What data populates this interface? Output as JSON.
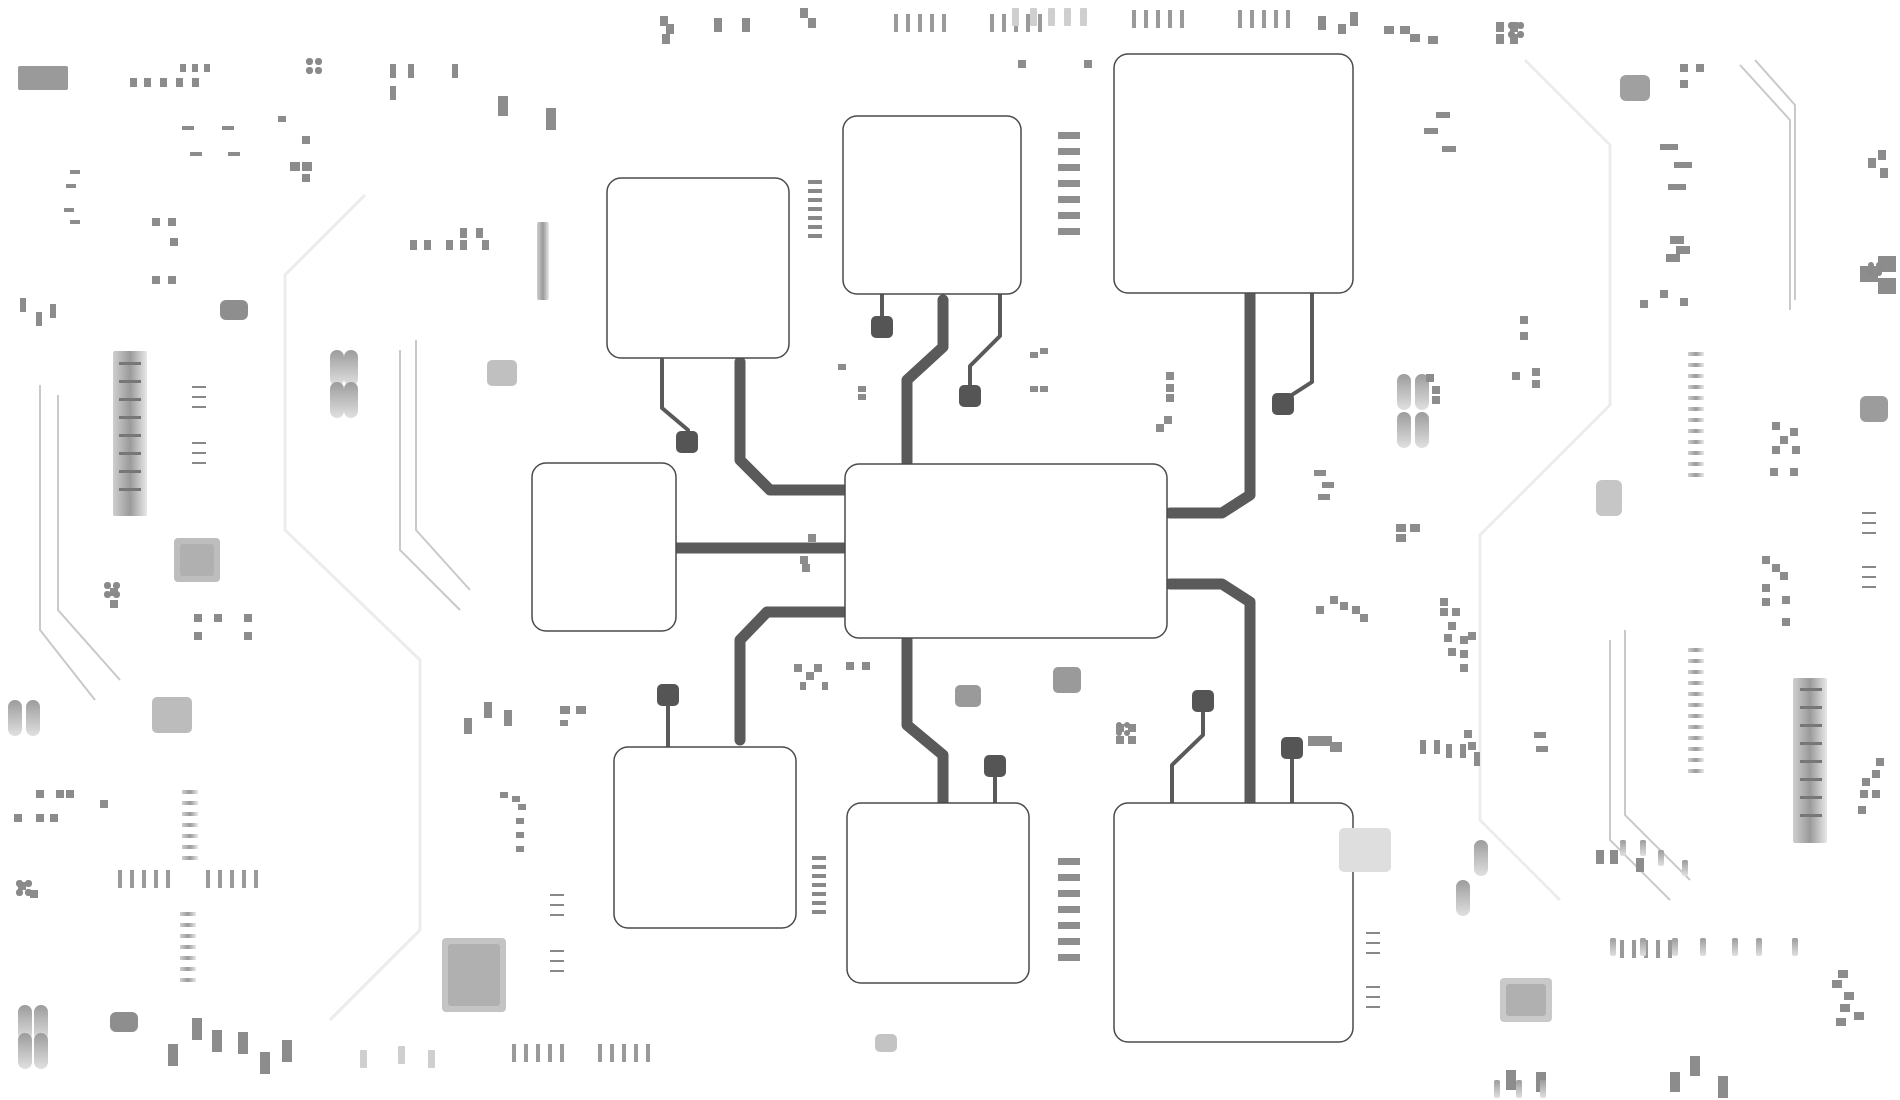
{
  "diagram": {
    "theme": {
      "background": "#ffffff",
      "trace": "#5a5a5a",
      "box_stroke": "#4a4a4a",
      "component": "#8e8e8e",
      "faint": "#e6e6e6"
    },
    "boxes": [
      {
        "id": "hub",
        "label": ""
      },
      {
        "id": "left",
        "label": ""
      },
      {
        "id": "top-left",
        "label": ""
      },
      {
        "id": "top-middle",
        "label": ""
      },
      {
        "id": "top-right",
        "label": ""
      },
      {
        "id": "bottom-left",
        "label": ""
      },
      {
        "id": "bottom-middle",
        "label": ""
      },
      {
        "id": "bottom-right",
        "label": ""
      }
    ],
    "connections": [
      {
        "from": "hub",
        "to": "left"
      },
      {
        "from": "hub",
        "to": "top-left"
      },
      {
        "from": "hub",
        "to": "top-middle"
      },
      {
        "from": "hub",
        "to": "top-right"
      },
      {
        "from": "hub",
        "to": "bottom-left"
      },
      {
        "from": "hub",
        "to": "bottom-middle"
      },
      {
        "from": "hub",
        "to": "bottom-right"
      }
    ]
  }
}
